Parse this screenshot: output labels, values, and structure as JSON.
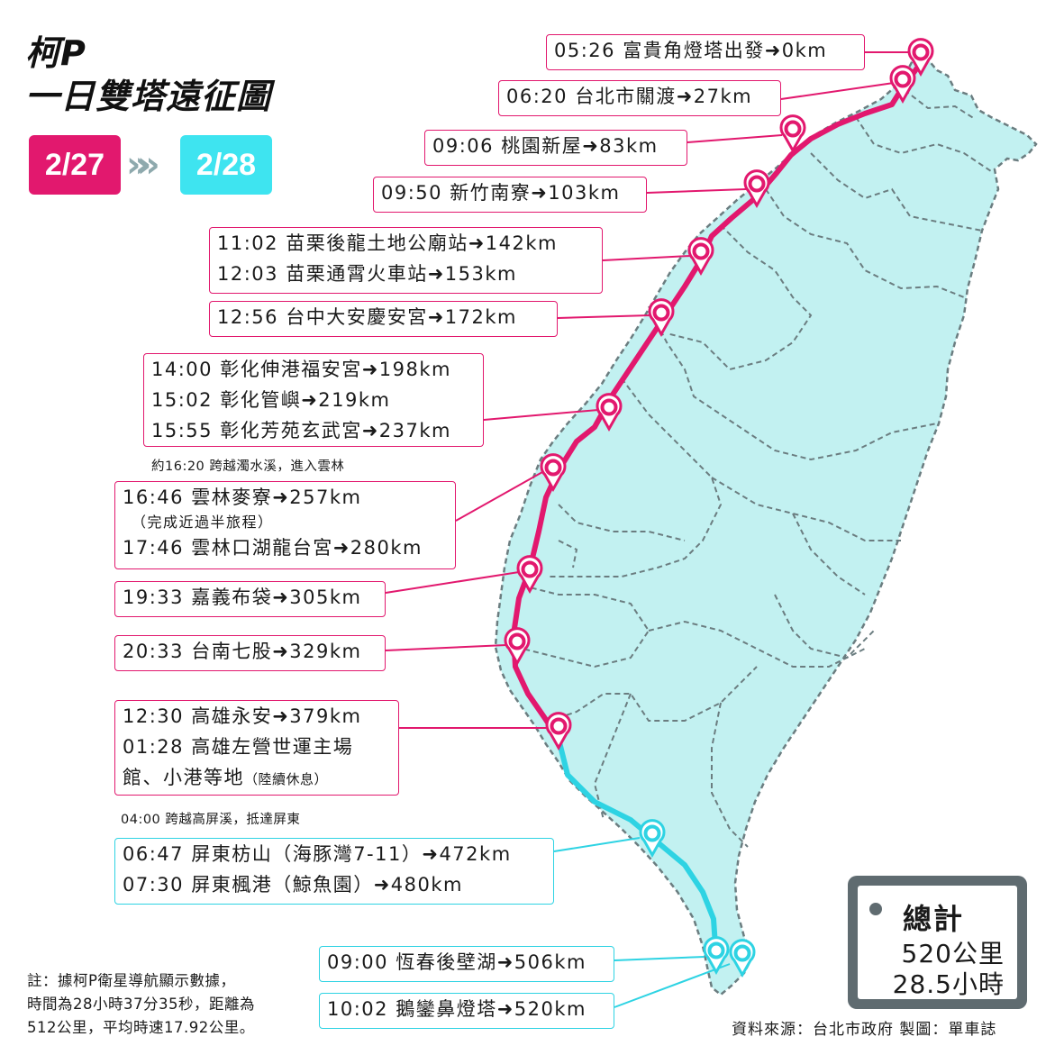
{
  "title": {
    "line1": "柯P",
    "line2": "一日雙塔遠征圖"
  },
  "dates": {
    "start": "2/27",
    "end": "2/28",
    "arrow": "»»"
  },
  "colors": {
    "day1": "#e2186e",
    "day2": "#2ed3e3",
    "land": "#c2f1f1",
    "border": "#6b7d80"
  },
  "stops": [
    {
      "lines": [
        "05:26  富貴角燈塔出發➜0km"
      ],
      "day": 1
    },
    {
      "lines": [
        "06:20  台北市關渡➜27km"
      ],
      "day": 1
    },
    {
      "lines": [
        "09:06  桃園新屋➜83km"
      ],
      "day": 1
    },
    {
      "lines": [
        "09:50  新竹南寮➜103km"
      ],
      "day": 1
    },
    {
      "lines": [
        "11:02  苗栗後龍土地公廟站➜142km",
        "12:03  苗栗通霄火車站➜153km"
      ],
      "day": 1
    },
    {
      "lines": [
        "12:56  台中大安慶安宮➜172km"
      ],
      "day": 1
    },
    {
      "lines": [
        "14:00  彰化伸港福安宮➜198km",
        "15:02  彰化管嶼➜219km",
        "15:55  彰化芳苑玄武宮➜237km"
      ],
      "day": 1
    },
    {
      "lines": [
        "16:46  雲林麥寮➜257km",
        "（完成近過半旅程）",
        "17:46  雲林口湖龍台宮➜280km"
      ],
      "day": 1
    },
    {
      "lines": [
        "19:33  嘉義布袋➜305km"
      ],
      "day": 1
    },
    {
      "lines": [
        "20:33  台南七股➜329km"
      ],
      "day": 1
    },
    {
      "lines": [
        "12:30  高雄永安➜379km",
        "01:28  高雄左營世運主場",
        "館、小港等地",
        "（陸續休息）"
      ],
      "day": 1
    },
    {
      "lines": [
        "06:47  屏東枋山（海豚灣7-11）➜472km",
        "07:30  屏東楓港（鯨魚園）➜480km"
      ],
      "day": 2
    },
    {
      "lines": [
        "09:00  恆春後壁湖➜506km"
      ],
      "day": 2
    },
    {
      "lines": [
        "10:02  鵝鑾鼻燈塔➜520km"
      ],
      "day": 2
    }
  ],
  "notes": {
    "zhuoshui": "約16:20  跨越濁水溪，進入雲林",
    "gaoping": "04:00  跨越高屏溪，抵達屏東"
  },
  "footnote": {
    "line1": "註：據柯P衛星導航顯示數據，",
    "line2": "時間為28小時37分35秒，距離為",
    "line3": "512公里，平均時速17.92公里。"
  },
  "total": {
    "title": "總計",
    "distance": "520公里",
    "time": "28.5小時"
  },
  "source": "資料來源：台北市政府  製圖：單車誌"
}
